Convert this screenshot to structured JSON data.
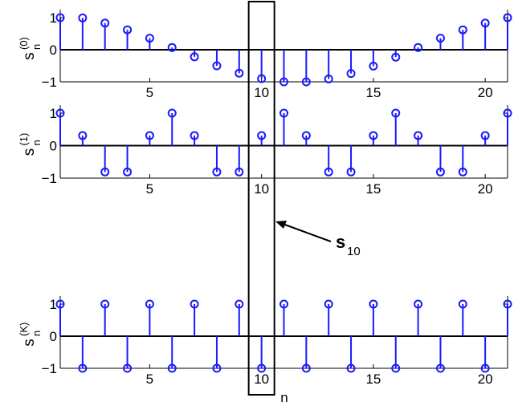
{
  "chart_data": [
    {
      "type": "stem",
      "name_label": {
        "main": "s",
        "superscript": "(0)",
        "subscript": "n"
      },
      "x": [
        1,
        2,
        3,
        4,
        5,
        6,
        7,
        8,
        9,
        10,
        11,
        12,
        13,
        14,
        15,
        16,
        17,
        18,
        19,
        20,
        21
      ],
      "y": [
        1.0,
        0.99,
        0.83,
        0.62,
        0.36,
        0.07,
        -0.22,
        -0.5,
        -0.73,
        -0.9,
        -1.0,
        -1.0,
        -0.91,
        -0.74,
        -0.51,
        -0.23,
        0.07,
        0.36,
        0.62,
        0.83,
        1.0
      ],
      "xlim": [
        1,
        21
      ],
      "ylim": [
        -1,
        1
      ],
      "xticks": [
        "5",
        "10",
        "15",
        "20"
      ],
      "yticks": [
        "1",
        "0",
        "−1"
      ]
    },
    {
      "type": "stem",
      "name_label": {
        "main": "s",
        "superscript": "(1)",
        "subscript": "n"
      },
      "x": [
        1,
        2,
        3,
        4,
        5,
        6,
        7,
        8,
        9,
        10,
        11,
        12,
        13,
        14,
        15,
        16,
        17,
        18,
        19,
        20,
        21
      ],
      "y": [
        1.0,
        0.31,
        -0.81,
        -0.81,
        0.31,
        1.0,
        0.31,
        -0.81,
        -0.81,
        0.31,
        1.0,
        0.31,
        -0.81,
        -0.81,
        0.31,
        1.0,
        0.31,
        -0.81,
        -0.81,
        0.31,
        1.0
      ],
      "xlim": [
        1,
        21
      ],
      "ylim": [
        -1,
        1
      ],
      "xticks": [
        "5",
        "10",
        "15",
        "20"
      ],
      "yticks": [
        "1",
        "0",
        "−1"
      ]
    },
    {
      "type": "stem",
      "name_label": {
        "main": "s",
        "superscript": "(K)",
        "subscript": "n"
      },
      "x": [
        1,
        2,
        3,
        4,
        5,
        6,
        7,
        8,
        9,
        10,
        11,
        12,
        13,
        14,
        15,
        16,
        17,
        18,
        19,
        20,
        21
      ],
      "y": [
        1,
        -1,
        1,
        -1,
        1,
        -1,
        1,
        -1,
        1,
        -1,
        1,
        -1,
        1,
        -1,
        1,
        -1,
        1,
        -1,
        1,
        -1,
        1
      ],
      "xlim": [
        1,
        21
      ],
      "ylim": [
        -1,
        1
      ],
      "xticks": [
        "5",
        "10",
        "15",
        "20"
      ],
      "yticks": [
        "1",
        "0",
        "−1"
      ],
      "xlabel": "n"
    }
  ],
  "annotation": {
    "main": "s",
    "subscript": "10",
    "highlight_x": 10
  },
  "colors": {
    "stem": "#1a1aff",
    "axis": "#000000",
    "box": "#000000"
  }
}
